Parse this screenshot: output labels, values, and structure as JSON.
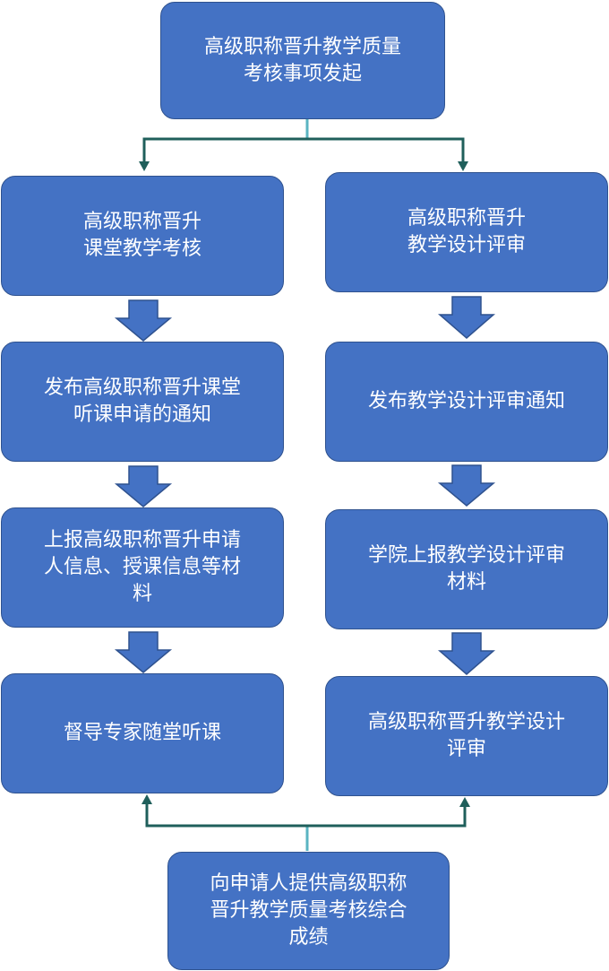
{
  "colors": {
    "box_fill": "#4472c4",
    "box_border": "#2f528f",
    "connector": "#1f5f5b",
    "stem": "#5ab4c2",
    "text": "#ffffff"
  },
  "nodes": {
    "start": "高级职称晋升教学质量\n考核事项发起",
    "left": [
      "高级职称晋升\n课堂教学考核",
      "发布高级职称晋升课堂\n听课申请的通知",
      "上报高级职称晋升申请\n人信息、授课信息等材\n料",
      "督导专家随堂听课"
    ],
    "right": [
      "高级职称晋升\n教学设计评审",
      "发布教学设计评审通知",
      "学院上报教学设计评审\n材料",
      "高级职称晋升教学设计\n评审"
    ],
    "result": "向申请人提供高级职称\n晋升教学质量考核综合\n成绩"
  }
}
